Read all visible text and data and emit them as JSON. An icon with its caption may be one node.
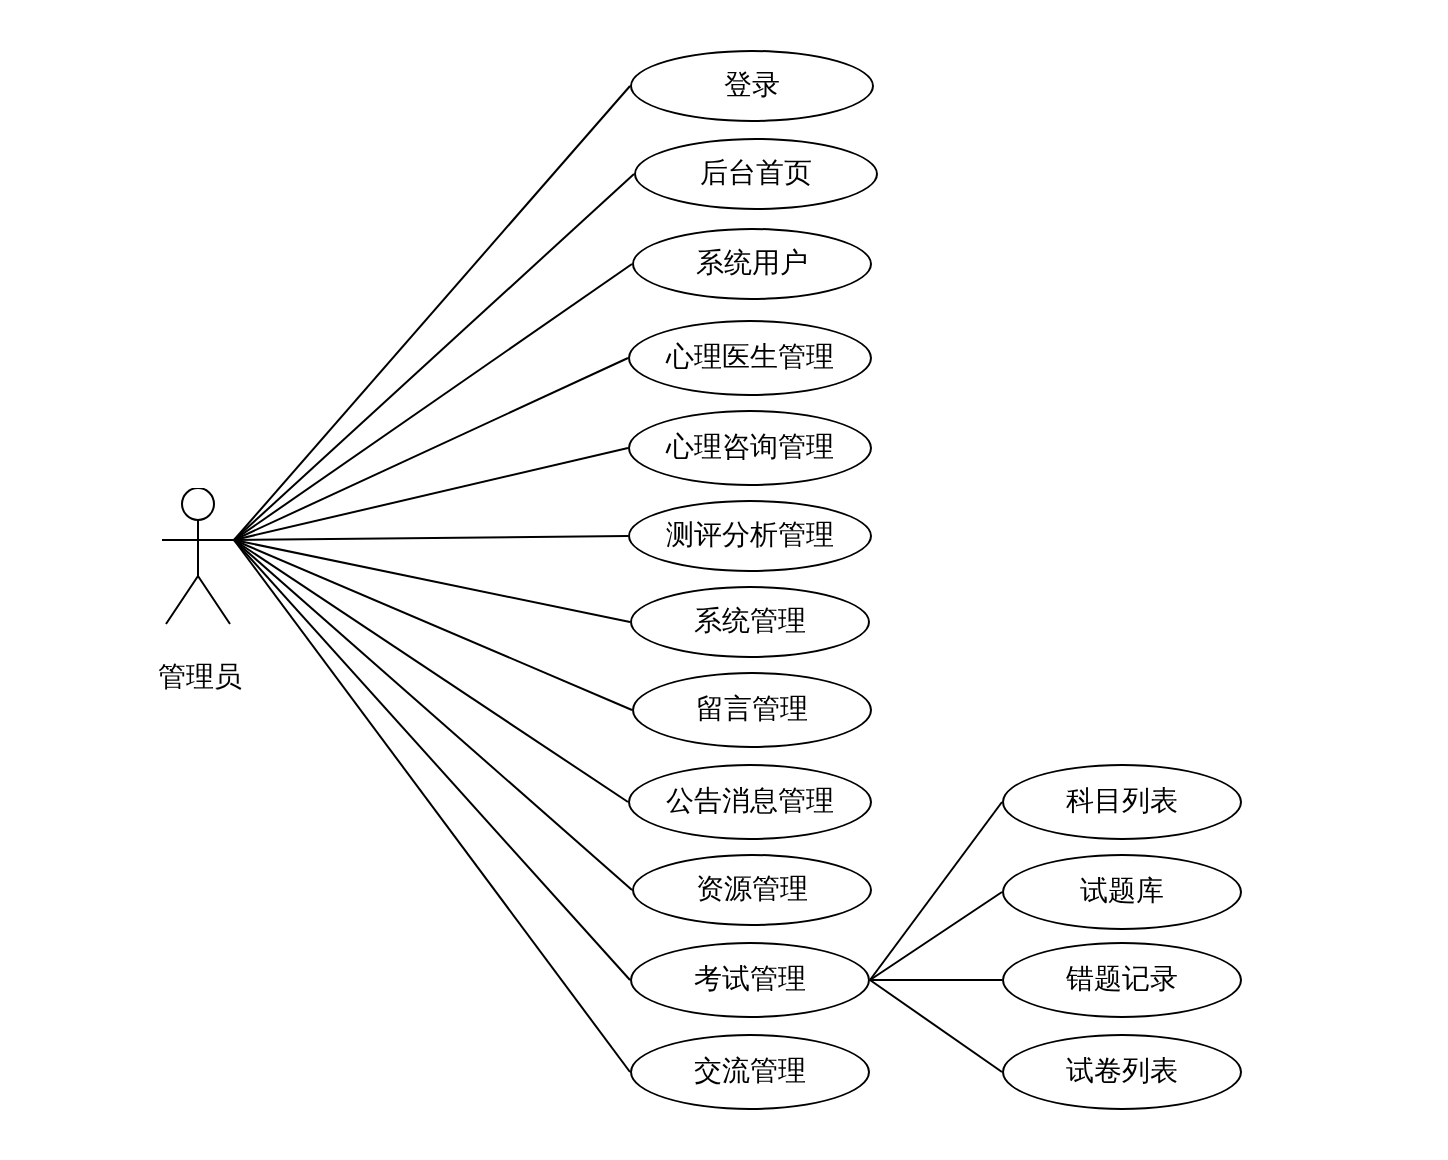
{
  "diagram": {
    "nodes": [
      {
        "text": [
          "管理员"
        ]
      },
      {
        "text": [
          "登录"
        ]
      },
      {
        "text": [
          "后台首页"
        ]
      },
      {
        "text": [
          "系统用户"
        ]
      },
      {
        "text": [
          "心理医生管理"
        ]
      },
      {
        "text": [
          "心理咨询管理"
        ]
      },
      {
        "text": [
          "测评分析管理"
        ]
      },
      {
        "text": [
          "系统管理"
        ]
      },
      {
        "text": [
          "留言管理"
        ]
      },
      {
        "text": [
          "公告消息管理"
        ]
      },
      {
        "text": [
          "资源管理"
        ]
      },
      {
        "text": [
          "考试管理"
        ]
      },
      {
        "text": [
          "交流管理"
        ]
      },
      {
        "text": [
          "科目列表"
        ]
      },
      {
        "text": [
          "试题库"
        ]
      },
      {
        "text": [
          "错题记录"
        ]
      },
      {
        "text": [
          "试卷列表"
        ]
      }
    ],
    "edges": [
      {
        "from": 0,
        "to": 1,
        "arrow": "none"
      },
      {
        "from": 0,
        "to": 2,
        "arrow": "none"
      },
      {
        "from": 0,
        "to": 3,
        "arrow": "none"
      },
      {
        "from": 0,
        "to": 4,
        "arrow": "none"
      },
      {
        "from": 0,
        "to": 5,
        "arrow": "none"
      },
      {
        "from": 0,
        "to": 6,
        "arrow": "none"
      },
      {
        "from": 0,
        "to": 7,
        "arrow": "none"
      },
      {
        "from": 0,
        "to": 8,
        "arrow": "none"
      },
      {
        "from": 0,
        "to": 9,
        "arrow": "none"
      },
      {
        "from": 0,
        "to": 10,
        "arrow": "none"
      },
      {
        "from": 0,
        "to": 11,
        "arrow": "none"
      },
      {
        "from": 0,
        "to": 12,
        "arrow": "none"
      },
      {
        "from": 11,
        "to": 13,
        "arrow": "none"
      },
      {
        "from": 11,
        "to": 14,
        "arrow": "none"
      },
      {
        "from": 11,
        "to": 15,
        "arrow": "none"
      },
      {
        "from": 11,
        "to": 16,
        "arrow": "none"
      }
    ]
  }
}
